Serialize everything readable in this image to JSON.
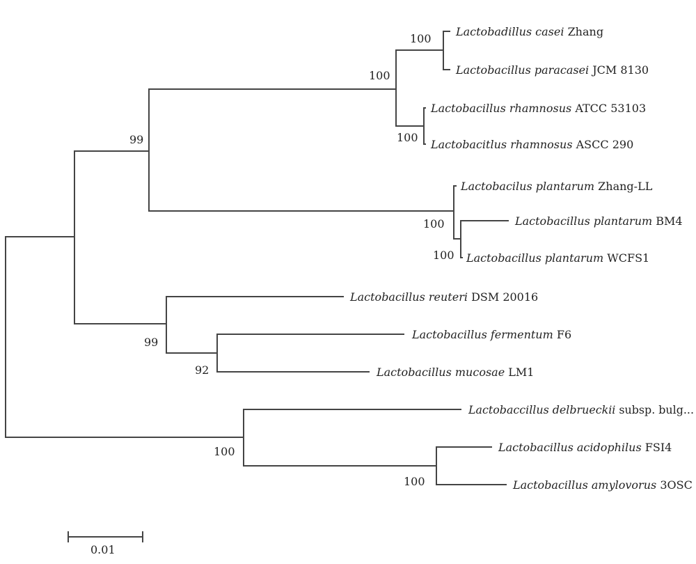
{
  "tree": {
    "taxa": [
      {
        "id": "casei",
        "italic": "Lactobadillus casei",
        "rest": "Zhang"
      },
      {
        "id": "paracasei",
        "italic": "Lactobacillus paracasei",
        "rest": "JCM 8130"
      },
      {
        "id": "rhamnosus1",
        "italic": "Lactobacillus rhamnosus",
        "rest": "ATCC 53103"
      },
      {
        "id": "rhamnosus2",
        "italic": "Lactobacitlus rhamnosus",
        "rest": "ASCC 290"
      },
      {
        "id": "plantarum1",
        "italic": "Lactobacilus plantarum",
        "rest": "Zhang-LL"
      },
      {
        "id": "plantarum2",
        "italic": "Lactobacillus plantarum",
        "rest": "BM4"
      },
      {
        "id": "plantarum3",
        "italic": "Lactobacillus plantarum",
        "rest": "WCFS1"
      },
      {
        "id": "reuteri",
        "italic": "Lactobacillus reuteri",
        "rest": "DSM 20016"
      },
      {
        "id": "fermentum",
        "italic": "Lactobacillus fermentum",
        "rest": "F6"
      },
      {
        "id": "mucosae",
        "italic": "Lactobacillus mucosae",
        "rest": "LM1"
      },
      {
        "id": "delbrueckii",
        "italic": "Lactobaccillus delbrueckii",
        "rest": "subsp. bulg..."
      },
      {
        "id": "acidophilus",
        "italic": "Lactobacillus acidophilus",
        "rest": "FSI4"
      },
      {
        "id": "amylovorus",
        "italic": "Lactobacillus amylovorus",
        "rest": "3OSC"
      }
    ],
    "bootstrap": {
      "casei_paracasei": "100",
      "casei_clade": "100",
      "rhamnosus": "100",
      "lcase_group": "99",
      "plantarum_clade": "100",
      "plantarum_inner": "100",
      "reuteri_group": "99",
      "fermentum_mucosae": "92",
      "delbrueckii_group": "100",
      "acidophilus_amylovorus": "100"
    },
    "scale_bar": {
      "label": "0.01"
    },
    "branch_color": "#444444"
  }
}
